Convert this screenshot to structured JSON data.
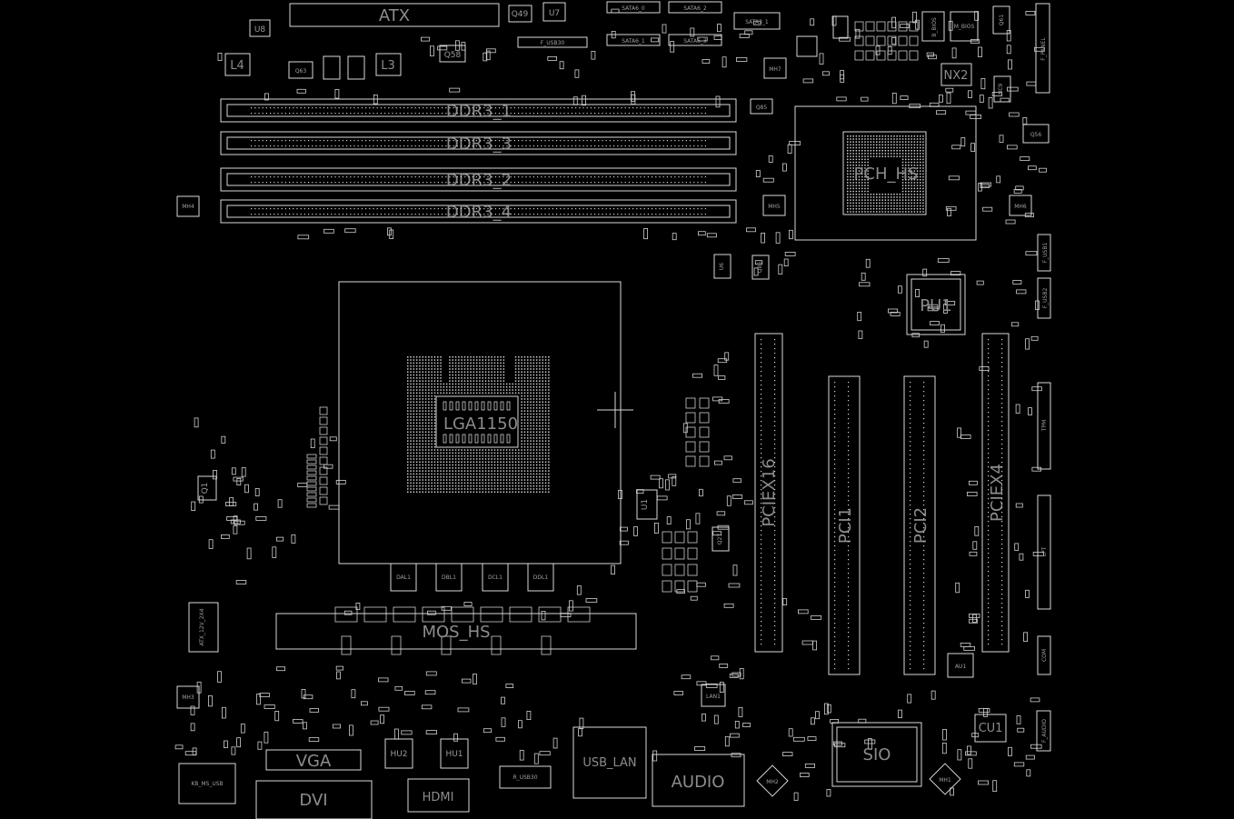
{
  "labels": {
    "atx": "ATX",
    "q49": "Q49",
    "u7": "U7",
    "sata6_0": "SATA6_0",
    "sata6_2": "SATA6_2",
    "sata6_1": "SATA6_1",
    "sata6_3": "SATA6_3",
    "sata3_1": "SATA3_1",
    "u8": "U8",
    "f_usb30": "F_USB30",
    "l4": "L4",
    "q63": "Q63",
    "l3": "L3",
    "q58": "Q58",
    "b_bios": "B_BIOS",
    "m_bios": "M_BIOS",
    "q61": "Q61",
    "f_panel": "F_PANEL",
    "nx2": "NX2",
    "nc9": "NC9",
    "mh7": "MH7",
    "q85": "Q85",
    "ddr3_1": "DDR3_1",
    "ddr3_3": "DDR3_3",
    "ddr3_2": "DDR3_2",
    "ddr3_4": "DDR3_4",
    "mh4": "MH4",
    "mh5": "MH5",
    "pch": "PCH_HS",
    "q56": "Q56",
    "mh6": "MH6",
    "f_usb1": "F_USB1",
    "f_usb2": "F_USB2",
    "pu1": "PU1",
    "u6": "U6",
    "q86": "Q86",
    "lga": "LGA1150",
    "pciex16": "PCIEX16",
    "pci1": "PCI1",
    "pci2": "PCI2",
    "pciex4": "PCIEX4",
    "tpm": "TPM",
    "lpt": "LPT",
    "com": "COM",
    "q1": "Q1",
    "u1": "U1",
    "q27": "Q27",
    "dal1": "DAL1",
    "dbl1": "DBL1",
    "dcl1": "DCL1",
    "ddl1": "DDL1",
    "mos_hs": "MOS_HS",
    "atx_12v": "ATX_12V_2X4",
    "mh3": "MH3",
    "au1": "AU1",
    "lan1": "LAN1",
    "cu1": "CU1",
    "f_audio": "F_AUDIO",
    "vga": "VGA",
    "dvi": "DVI",
    "hdmi": "HDMI",
    "hu2": "HU2",
    "hu1": "HU1",
    "r_usb30": "R_USB30",
    "usb_lan": "USB_LAN",
    "audio": "AUDIO",
    "sio": "SIO",
    "kb_ms_usb": "KB_MS_USB",
    "mh2": "MH2",
    "mh1": "MH1"
  }
}
